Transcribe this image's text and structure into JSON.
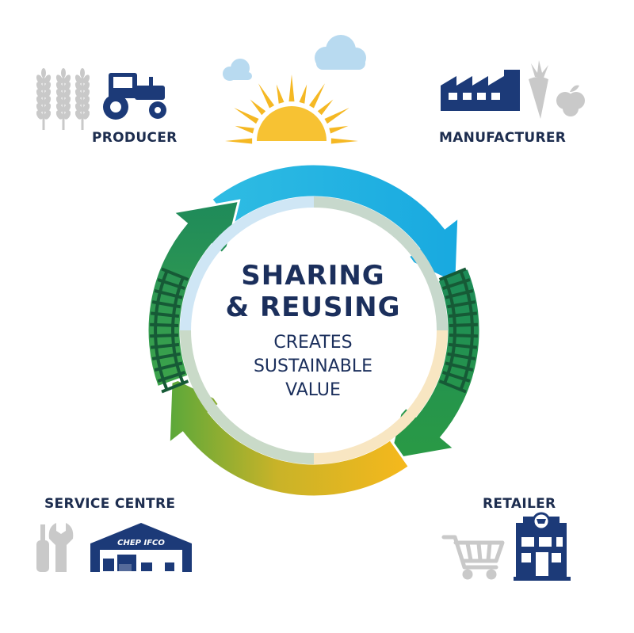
{
  "center": {
    "title_line1": "SHARING",
    "title_line2": "& REUSING",
    "sub_line1": "CREATES",
    "sub_line2": "SUSTAINABLE",
    "sub_line3": "VALUE"
  },
  "stages": {
    "producer": "PRODUCER",
    "manufacturer": "MANUFACTURER",
    "retailer": "RETAILER",
    "service_centre": "SERVICE CENTRE"
  },
  "warehouse_sign": "CHEP IFCO",
  "colors": {
    "navy": "#1c3a78",
    "text_dark": "#1d2d4f",
    "sky_blue": "#1fb6e8",
    "green": "#1f8b4c",
    "yellow": "#f3b81c",
    "sun": "#f5b823",
    "grey_icon": "#c8c8c8"
  },
  "icons": {
    "producer": [
      "wheat-icon",
      "tractor-icon"
    ],
    "manufacturer": [
      "factory-icon",
      "carrot-icon",
      "apple-icon"
    ],
    "retailer": [
      "shopping-cart-icon",
      "store-icon"
    ],
    "service_centre": [
      "wrench-icon",
      "screwdriver-icon",
      "warehouse-icon"
    ],
    "decor": [
      "sun-icon",
      "cloud-icon"
    ]
  }
}
